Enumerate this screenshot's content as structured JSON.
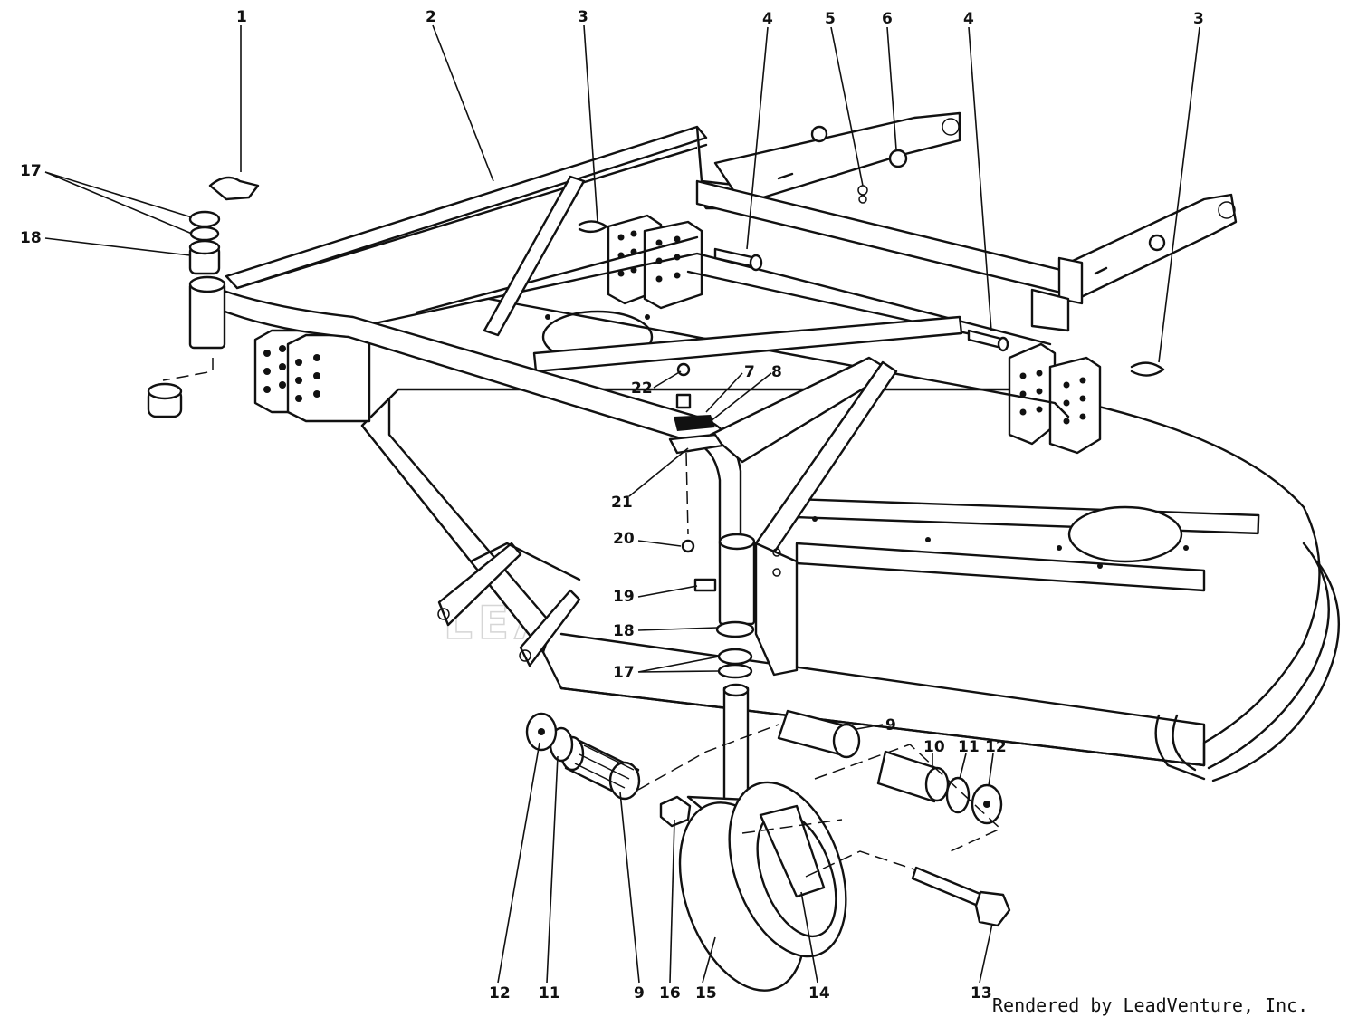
{
  "watermark": "LEADVENTURE",
  "credit": "Rendered by LeadVenture, Inc.",
  "callouts": [
    {
      "label": "1"
    },
    {
      "label": "2"
    },
    {
      "label": "3"
    },
    {
      "label": "4"
    },
    {
      "label": "5"
    },
    {
      "label": "6"
    },
    {
      "label": "4"
    },
    {
      "label": "3"
    },
    {
      "label": "17"
    },
    {
      "label": "18"
    },
    {
      "label": "22"
    },
    {
      "label": "7"
    },
    {
      "label": "8"
    },
    {
      "label": "21"
    },
    {
      "label": "20"
    },
    {
      "label": "19"
    },
    {
      "label": "18"
    },
    {
      "label": "17"
    },
    {
      "label": "9"
    },
    {
      "label": "10"
    },
    {
      "label": "11"
    },
    {
      "label": "12"
    },
    {
      "label": "12"
    },
    {
      "label": "11"
    },
    {
      "label": "9"
    },
    {
      "label": "16"
    },
    {
      "label": "15"
    },
    {
      "label": "14"
    },
    {
      "label": "13"
    }
  ]
}
